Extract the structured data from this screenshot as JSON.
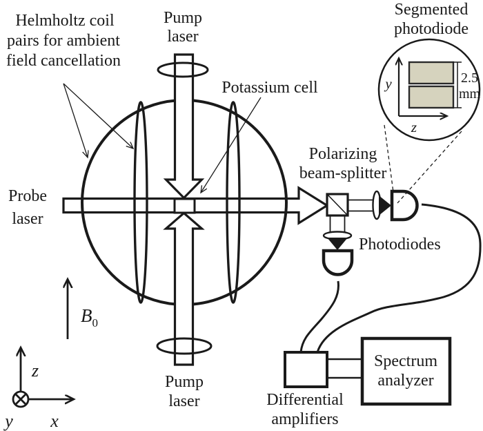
{
  "colors": {
    "ink": "#1a1a1a",
    "paper": "#ffffff",
    "segment_fill": "#d6d3be"
  },
  "labels": {
    "helmholtz": {
      "line1": "Helmholtz coil",
      "line2": "pairs for ambient",
      "line3": "field cancellation"
    },
    "pump_top": {
      "line1": "Pump",
      "line2": "laser"
    },
    "pump_bottom": {
      "line1": "Pump",
      "line2": "laser"
    },
    "probe": {
      "line1": "Probe",
      "line2": "laser"
    },
    "potassium_cell": "Potassium cell",
    "beam_splitter": {
      "line1": "Polarizing",
      "line2": "beam-splitter"
    },
    "photodiodes": "Photodiodes",
    "segmented_photodiode": {
      "line1": "Segmented",
      "line2": "photodiode"
    },
    "dimension": {
      "value": "2.5",
      "unit": "mm"
    },
    "diff_amp": {
      "line1": "Differential",
      "line2": "amplifiers"
    },
    "spectrum": {
      "line1": "Spectrum",
      "line2": "analyzer"
    },
    "b_field": {
      "symbol": "B",
      "subscript": "0"
    },
    "axes_main": {
      "x": "x",
      "y": "y",
      "z": "z"
    },
    "axes_inset": {
      "y": "y",
      "z": "z"
    }
  }
}
